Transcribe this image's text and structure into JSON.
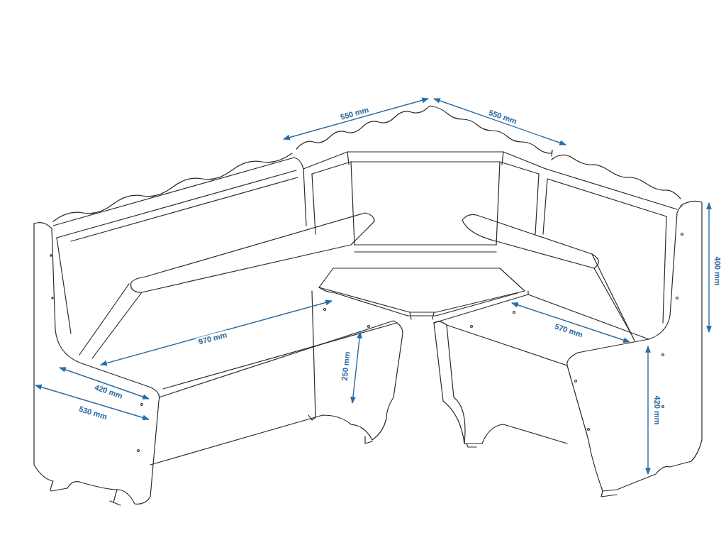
{
  "diagram": {
    "labels": [
      "550 mm",
      "550 mm",
      "970 mm",
      "420 mm",
      "530 mm",
      "250 mm",
      "570 mm",
      "400 mm",
      "420 mm"
    ]
  }
}
